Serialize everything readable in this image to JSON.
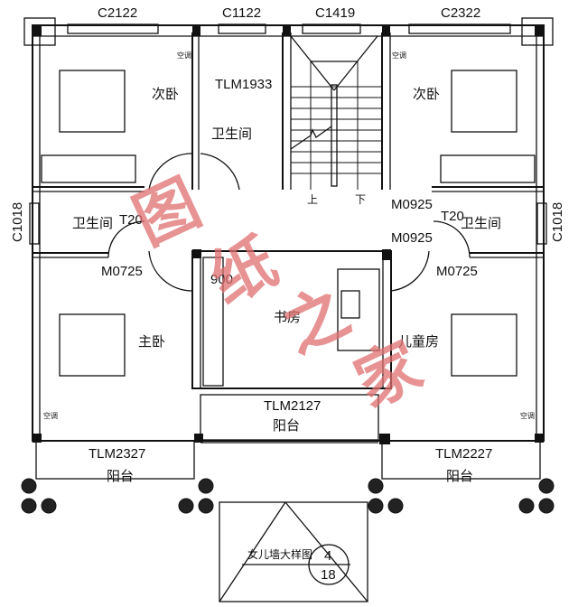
{
  "drawing": {
    "type": "second floor plan",
    "windows": {
      "top_left": "C2122",
      "top_bath": "C1122",
      "top_stair": "C1419",
      "top_right": "C2322",
      "left_side": "C1018",
      "right_side": "C1018"
    },
    "doors": {
      "bath_center": "TLM1933",
      "left_bath_door": "M0725",
      "right_bath_door": "M0725",
      "right_upper_door_1": "M0925",
      "right_upper_door_2": "M0925",
      "left_t20": "T20",
      "right_t20": "T20",
      "study_closet": "900",
      "balcony_left": "TLM2327",
      "balcony_center": "TLM2127",
      "balcony_right": "TLM2227"
    },
    "rooms": {
      "bedroom_top_left": "次卧",
      "bedroom_top_right": "次卧",
      "bath_center": "卫生间",
      "bath_left": "卫生间",
      "bath_right": "卫生间",
      "master_bedroom": "主卧",
      "study": "书房",
      "kids_room": "儿童房",
      "balcony_left": "阳台",
      "balcony_center": "阳台",
      "balcony_right": "阳台"
    },
    "stairs": {
      "up": "上",
      "down": "下"
    },
    "ac_label": "空调",
    "detail_callout": {
      "label": "女儿墙大样图",
      "number": "4",
      "sheet": "18"
    },
    "watermark": [
      "图",
      "纸",
      "之",
      "家"
    ],
    "colors": {
      "line": "#111111",
      "watermark": "#e07070",
      "background": "#ffffff"
    }
  }
}
